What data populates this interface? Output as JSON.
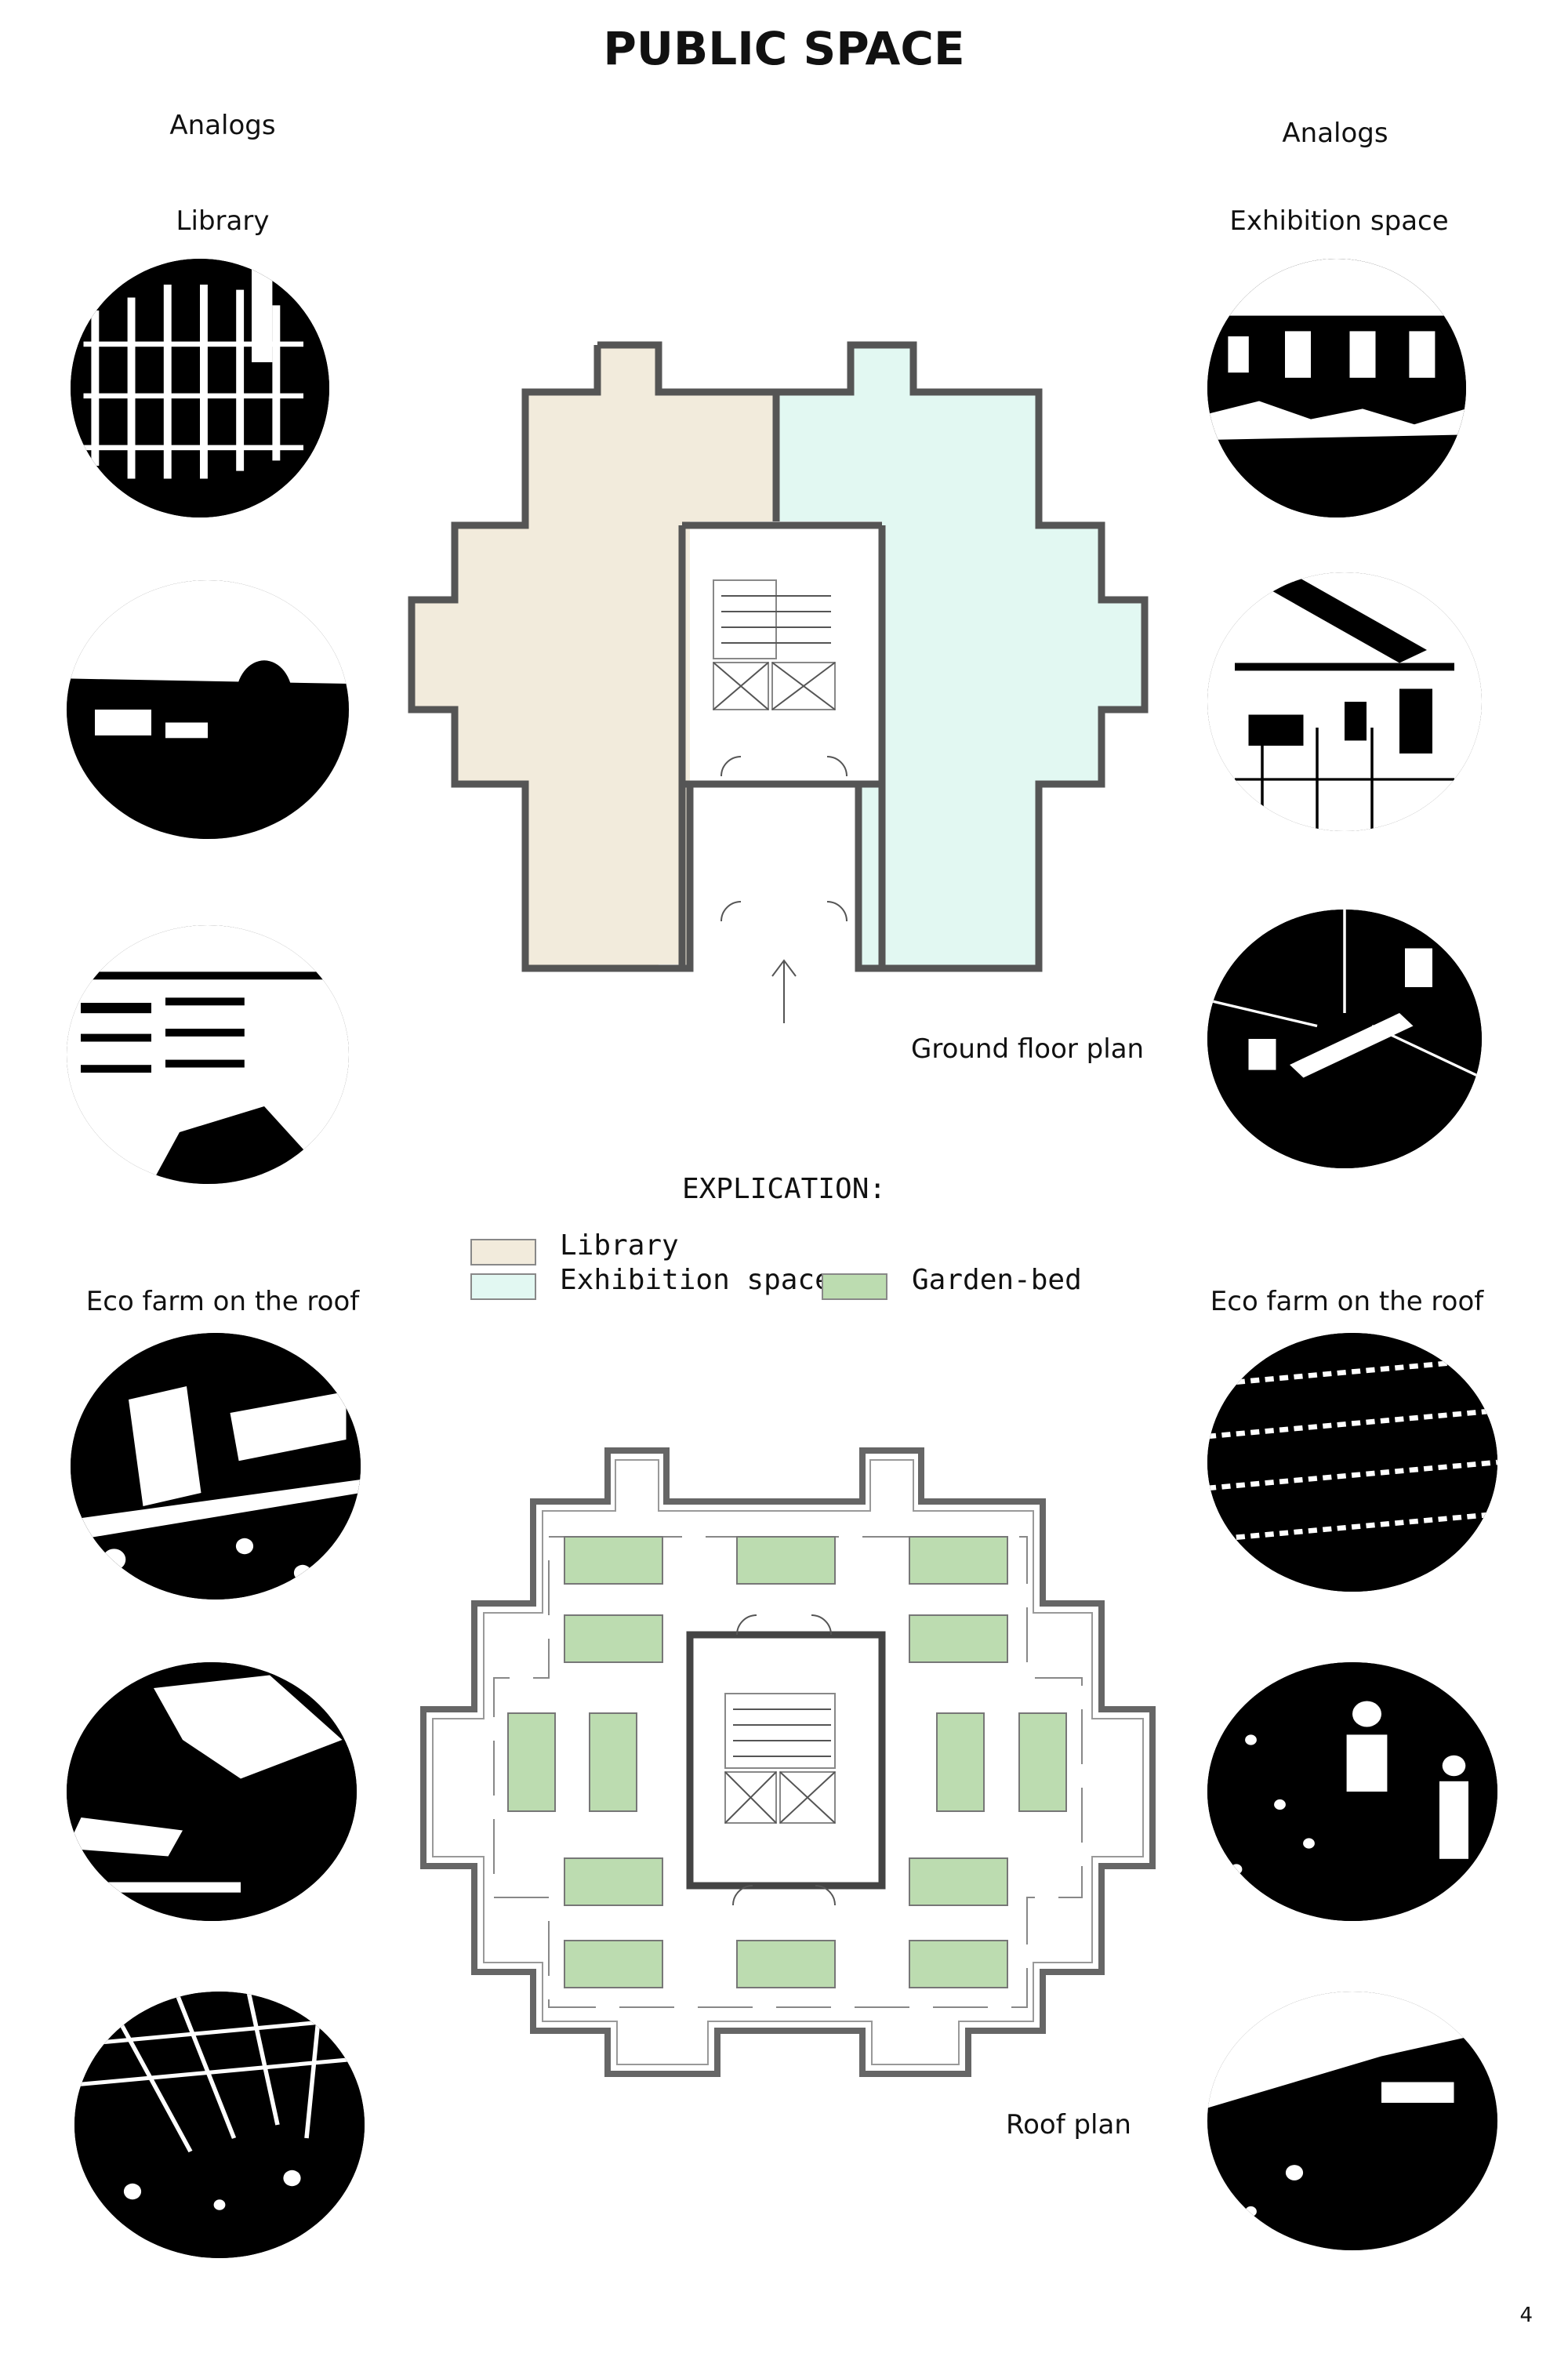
{
  "page_title": "PUBLIC SPACE",
  "left_column": {
    "analogs_label": "Analogs",
    "section_1": "Library",
    "section_2": "Eco farm on the roof"
  },
  "right_column": {
    "analogs_label": "Analogs",
    "section_1": "Exhibition space",
    "section_2": "Eco farm on the roof"
  },
  "ground_floor": {
    "caption": "Ground floor plan"
  },
  "roof": {
    "caption": "Roof plan"
  },
  "legend": {
    "title": "EXPLICATION:",
    "items": [
      {
        "label": "Library",
        "color": "#f2ebdc"
      },
      {
        "label": "Exhibition space",
        "color": "#e2f8f2"
      },
      {
        "label": "Garden-bed",
        "color": "#bcdcb0"
      }
    ]
  },
  "colors": {
    "library": "#f2ebdc",
    "exhibition": "#e2f8f2",
    "garden": "#bcdcb0",
    "wall": "#555555"
  },
  "page_number": "4"
}
